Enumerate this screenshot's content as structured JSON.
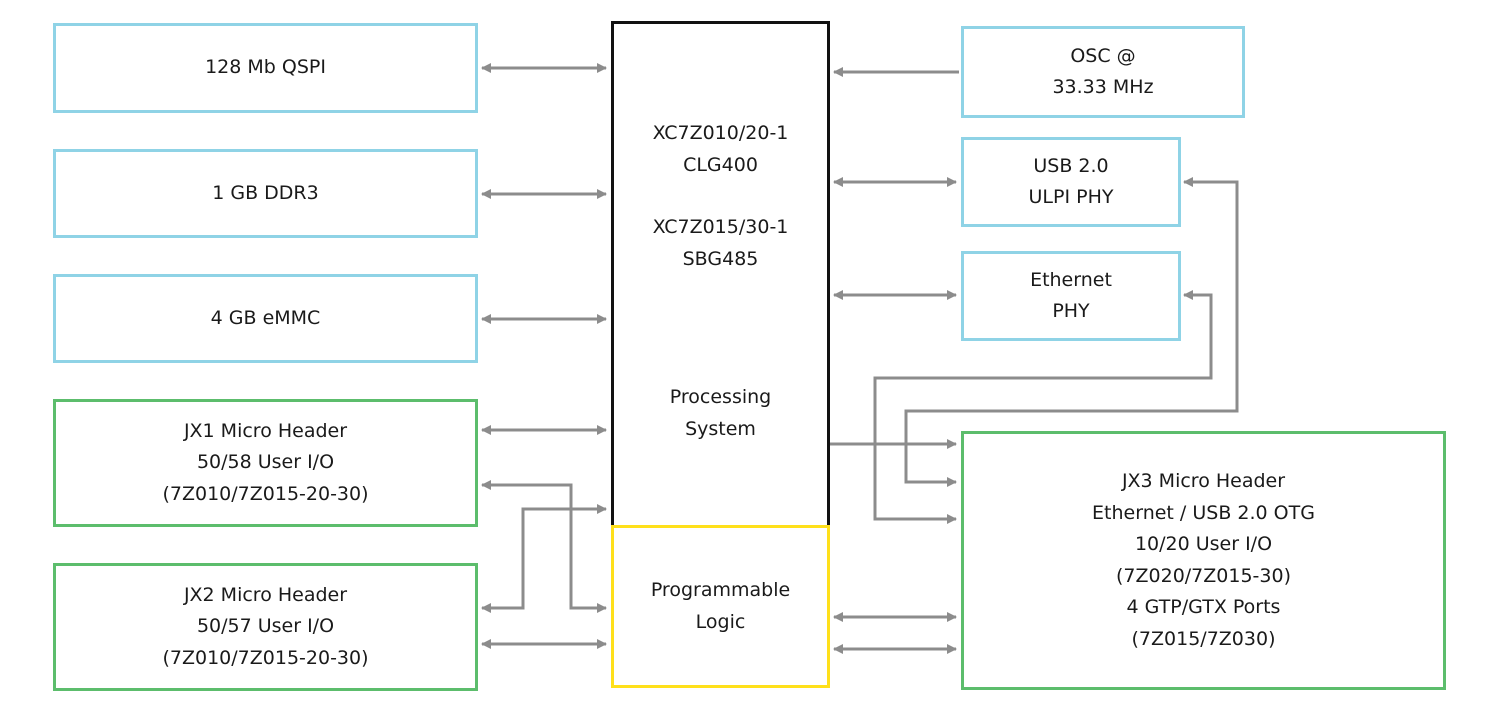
{
  "colors": {
    "memory_border": "#8fd3e6",
    "header_border": "#5cbd6c",
    "ps_border": "#111111",
    "pl_border": "#ffe01a",
    "wire": "#8c8c8c"
  },
  "blocks": {
    "qspi": {
      "lines": [
        "128 Mb QSPI"
      ]
    },
    "ddr3": {
      "lines": [
        "1 GB DDR3"
      ]
    },
    "emmc": {
      "lines": [
        "4 GB eMMC"
      ]
    },
    "jx1": {
      "lines": [
        "JX1 Micro Header",
        "50/58 User I/O",
        "(7Z010/7Z015-20-30)"
      ]
    },
    "jx2": {
      "lines": [
        "JX2 Micro Header",
        "50/57 User I/O",
        "(7Z010/7Z015-20-30)"
      ]
    },
    "soc": {
      "device_a": [
        "XC7Z010/20-1",
        "CLG400"
      ],
      "device_b": [
        "XC7Z015/30-1",
        "SBG485"
      ],
      "ps_label": [
        "Processing",
        "System"
      ]
    },
    "pl": {
      "lines": [
        "Programmable",
        "Logic"
      ]
    },
    "osc": {
      "lines": [
        "OSC @",
        "33.33 MHz"
      ]
    },
    "usb": {
      "lines": [
        "USB 2.0",
        "ULPI PHY"
      ]
    },
    "eth": {
      "lines": [
        "Ethernet",
        "PHY"
      ]
    },
    "jx3": {
      "lines": [
        "JX3 Micro Header",
        "Ethernet / USB 2.0 OTG",
        "10/20 User I/O",
        "(7Z020/7Z015-30)",
        "4 GTP/GTX Ports",
        "(7Z015/7Z030)"
      ]
    }
  }
}
